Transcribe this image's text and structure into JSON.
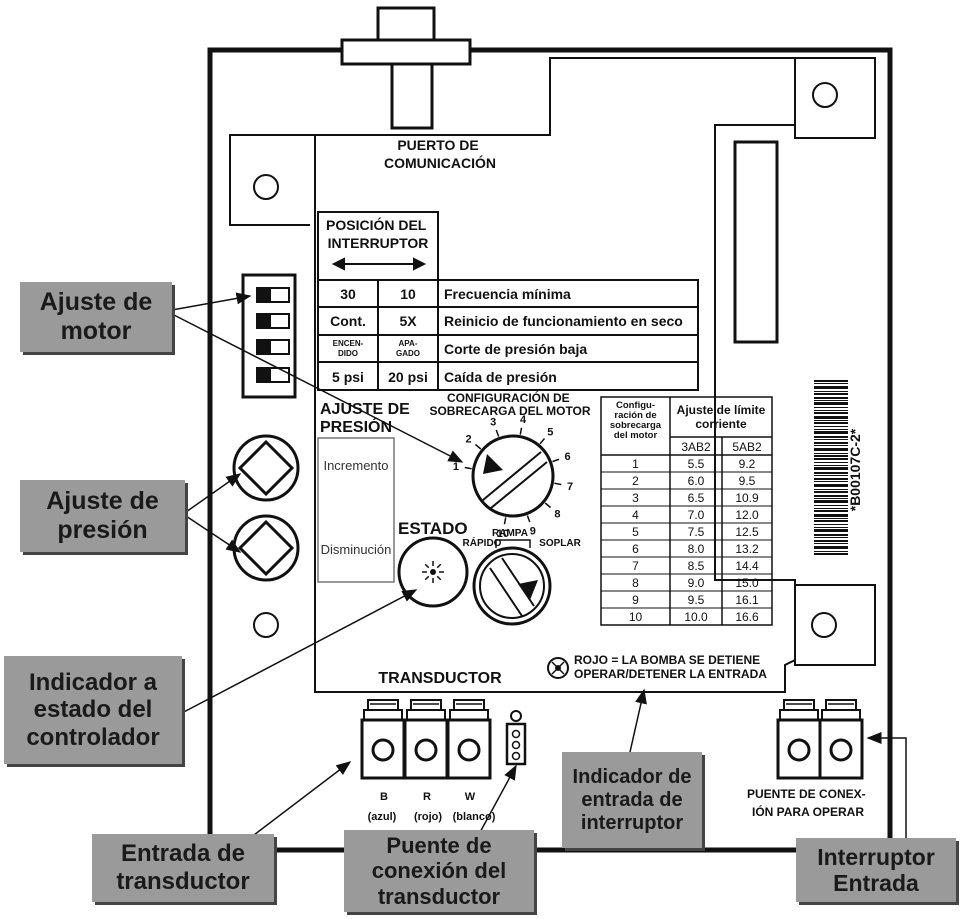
{
  "board": {
    "comm_port_line1": "PUERTO DE",
    "comm_port_line2": "COMUNICACIÓN",
    "switch_position_line1": "POSICIÓN DEL",
    "switch_position_line2": "INTERRUPTOR",
    "switch_rows": [
      {
        "left": "30",
        "right": "10",
        "label": "Frecuencia mínima"
      },
      {
        "left": "Cont.",
        "right": "5X",
        "label": "Reinicio de funcionamiento en seco"
      },
      {
        "left_line1": "ENCEN-",
        "left_line2": "DIDO",
        "right_line1": "APA-",
        "right_line2": "GADO",
        "label": "Corte de presión baja"
      },
      {
        "left": "5 psi",
        "right": "20 psi",
        "label": "Caída de presión"
      }
    ],
    "overload_title_line1": "CONFIGURACIÓN DE",
    "overload_title_line2": "SOBRECARGA DEL MOTOR",
    "dial_numbers": [
      "1",
      "2",
      "3",
      "4",
      "5",
      "6",
      "7",
      "8",
      "9",
      "10"
    ],
    "pressure_adjust_line1": "AJUSTE DE",
    "pressure_adjust_line2": "PRESIÓN",
    "increment": "Incremento",
    "decrement": "Disminución",
    "status": "ESTADO",
    "ramp": "RAMPA",
    "fast": "RÁPIDO",
    "blow": "SOPLAR",
    "transducer": "TRANSDUCTOR",
    "red_note_line1": "ROJO = LA BOMBA SE DETIENE",
    "red_note_line2": "OPERAR/DETENER LA ENTRADA",
    "barcode_text": "*B00107C-2*",
    "terminal_b": "B",
    "terminal_r": "R",
    "terminal_w": "W",
    "terminal_b_color": "(azul)",
    "terminal_r_color": "(rojo)",
    "terminal_w_color": "(blanco)",
    "jumper_label_line1": "PUENTE DE CONEX-",
    "jumper_label_line2": "IÓN PARA OPERAR"
  },
  "current_table": {
    "header_config_lines": [
      "Configu-",
      "ración de",
      "sobrecarga",
      "del motor"
    ],
    "header_limit_line1": "Ajuste de límite",
    "header_limit_line2": "corriente",
    "col_3ab2": "3AB2",
    "col_5ab2": "5AB2",
    "rows": [
      [
        "1",
        "5.5",
        "9.2"
      ],
      [
        "2",
        "6.0",
        "9.5"
      ],
      [
        "3",
        "6.5",
        "10.9"
      ],
      [
        "4",
        "7.0",
        "12.0"
      ],
      [
        "5",
        "7.5",
        "12.5"
      ],
      [
        "6",
        "8.0",
        "13.2"
      ],
      [
        "7",
        "8.5",
        "14.4"
      ],
      [
        "8",
        "9.0",
        "15.0"
      ],
      [
        "9",
        "9.5",
        "16.1"
      ],
      [
        "10",
        "10.0",
        "16.6"
      ]
    ]
  },
  "callouts": {
    "motor_adjust": [
      "Ajuste de",
      "motor"
    ],
    "pressure_adjust": [
      "Ajuste de",
      "presión"
    ],
    "status_indicator": [
      "Indicador a",
      "estado del",
      "controlador"
    ],
    "transducer_input": [
      "Entrada de",
      "transductor"
    ],
    "transducer_jumper": [
      "Puente de",
      "conexión del",
      "transductor"
    ],
    "switch_input_indicator": [
      "Indicador de",
      "entrada de",
      "interruptor"
    ],
    "switch_input": [
      "Interruptor",
      "Entrada"
    ]
  },
  "colors": {
    "callout_bg": "#9a9a9a",
    "line": "#111111"
  }
}
